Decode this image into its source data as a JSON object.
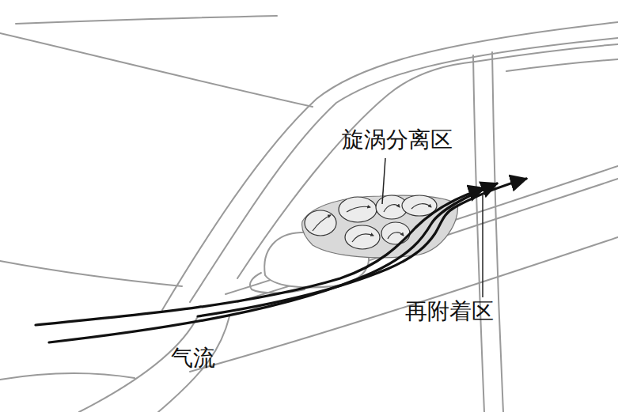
{
  "diagram": {
    "labels": [
      "旋涡分离区",
      "再附着区",
      "气流"
    ]
  }
}
